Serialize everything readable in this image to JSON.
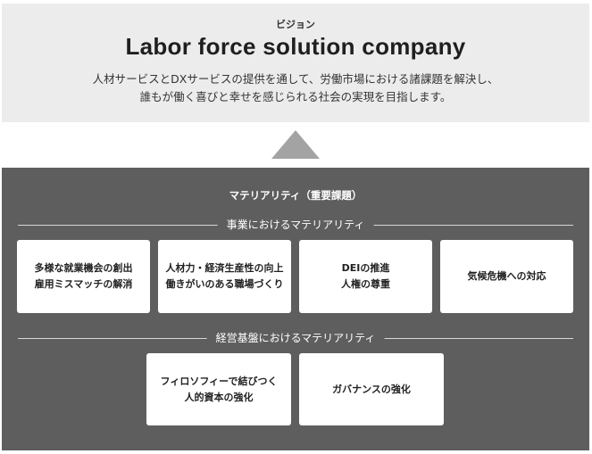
{
  "vision": {
    "label": "ビジョン",
    "title": "Labor force solution company",
    "line1": "人材サービスとDXサービスの提供を通して、労働市場における諸課題を解決し、",
    "line2": "誰もが働く喜びと幸せを感じられる社会の実現を目指します。"
  },
  "materiality": {
    "title": "マテリアリティ（重要課題）",
    "business": {
      "heading": "事業におけるマテリアリティ",
      "cards": [
        {
          "line1": "多様な就業機会の創出",
          "line2": "雇用ミスマッチの解消"
        },
        {
          "line1": "人材力・経済生産性の向上",
          "line2": "働きがいのある職場づくり"
        },
        {
          "line1": "DEIの推進",
          "line2": "人権の尊重"
        },
        {
          "line1": "気候危機への対応",
          "line2": ""
        }
      ]
    },
    "foundation": {
      "heading": "経営基盤におけるマテリアリティ",
      "cards": [
        {
          "line1": "フィロソフィーで結びつく",
          "line2": "人的資本の強化"
        },
        {
          "line1": "ガバナンスの強化",
          "line2": ""
        }
      ]
    }
  },
  "colors": {
    "vision_bg": "#ececec",
    "materiality_bg": "#5e5e5e",
    "arrow": "#a3a3a3",
    "card_bg": "#ffffff"
  }
}
